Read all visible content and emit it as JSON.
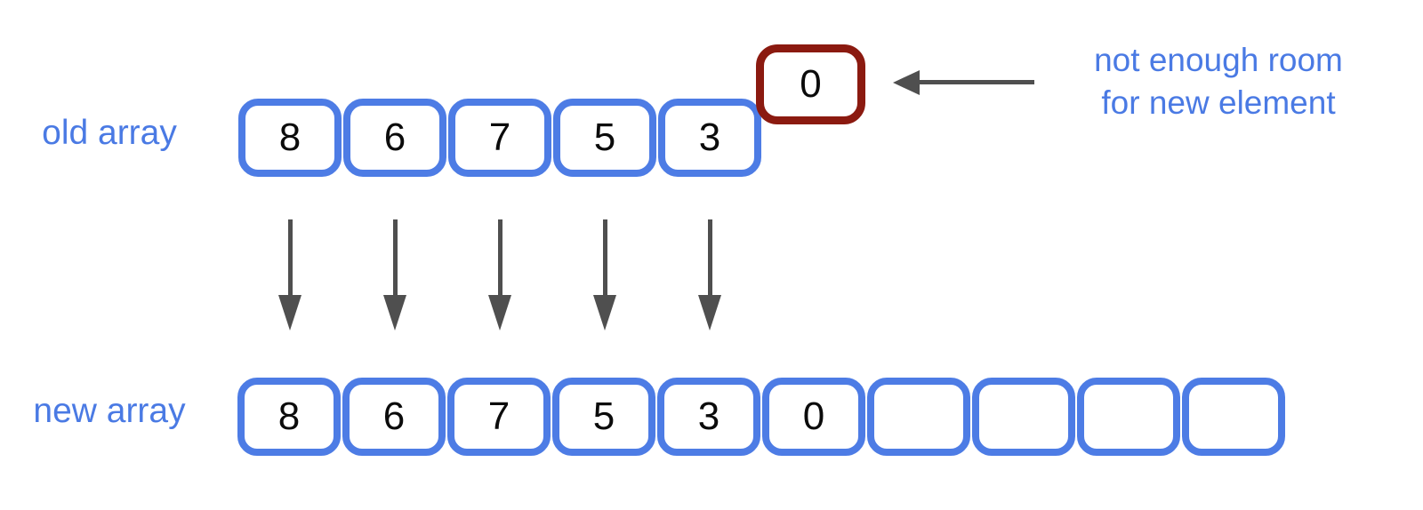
{
  "colors": {
    "background": "#FFFFFF",
    "cell_border_blue": "#4D7CE5",
    "label_blue": "#4A7AE4",
    "overflow_border_red": "#8B1A10",
    "arrow_gray": "#4F4F4F",
    "digit_black": "#0B0B0B"
  },
  "old_array": {
    "label": "old array",
    "cells": [
      "8",
      "6",
      "7",
      "5",
      "3"
    ]
  },
  "overflow_cell": {
    "value": "0"
  },
  "annotation": {
    "line1": "not enough room",
    "line2": "for new element"
  },
  "new_array": {
    "label": "new array",
    "cells": [
      "8",
      "6",
      "7",
      "5",
      "3",
      "0",
      "",
      "",
      "",
      ""
    ]
  },
  "icons": {
    "left_arrow": "arrow pointing left at overflow cell",
    "down_arrow": "arrow pointing down from old array to new array"
  }
}
